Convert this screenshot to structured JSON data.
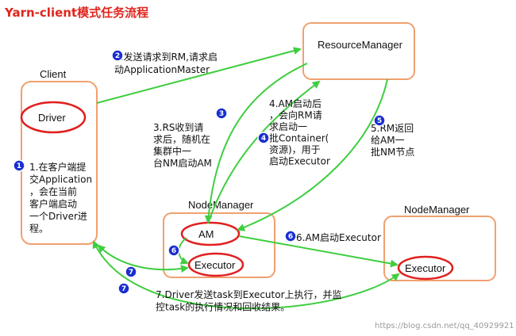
{
  "title": "Yarn-client模式任务流程",
  "labels": {
    "client": "Client",
    "driver": "Driver",
    "resource_manager": "ResourceManager",
    "node_manager_1": "NodeManager",
    "node_manager_2": "NodeManager",
    "am": "AM",
    "executor_1": "Executor",
    "executor_2": "Executor"
  },
  "steps": {
    "s1": [
      "1.在客户端提",
      "交Application",
      "，会在当前",
      "客户端启动",
      "一个Driver进",
      "程。"
    ],
    "s2": [
      "2.发送请求到RM,请求启",
      "动ApplicationMaster"
    ],
    "s3": [
      "3.RS收到请",
      "求后，随机在",
      "集群中一",
      "台NM启动AM"
    ],
    "s4": [
      "4.AM启动后",
      "，会向RM请",
      "求启动一",
      "批Container(",
      "资源)，用于",
      "启动Executor"
    ],
    "s5": [
      "5.RM返回",
      "给AM一",
      "批NM节点"
    ],
    "s6": [
      "6.AM启动Executor"
    ],
    "s7": [
      "7.Driver发送task到Executor上执行，并监",
      "控task的执行情况和回收结果。"
    ]
  },
  "badges": [
    "1",
    "2",
    "3",
    "4",
    "5",
    "6",
    "6",
    "7",
    "7"
  ],
  "watermark": "https://blog.csdn.net/qq_40929921",
  "colors": {
    "box_border": "#f0a070",
    "ellipse": "#e02020",
    "arrow": "#3fce3f",
    "badge": "#1a2fd0",
    "title": "#e0251c"
  }
}
